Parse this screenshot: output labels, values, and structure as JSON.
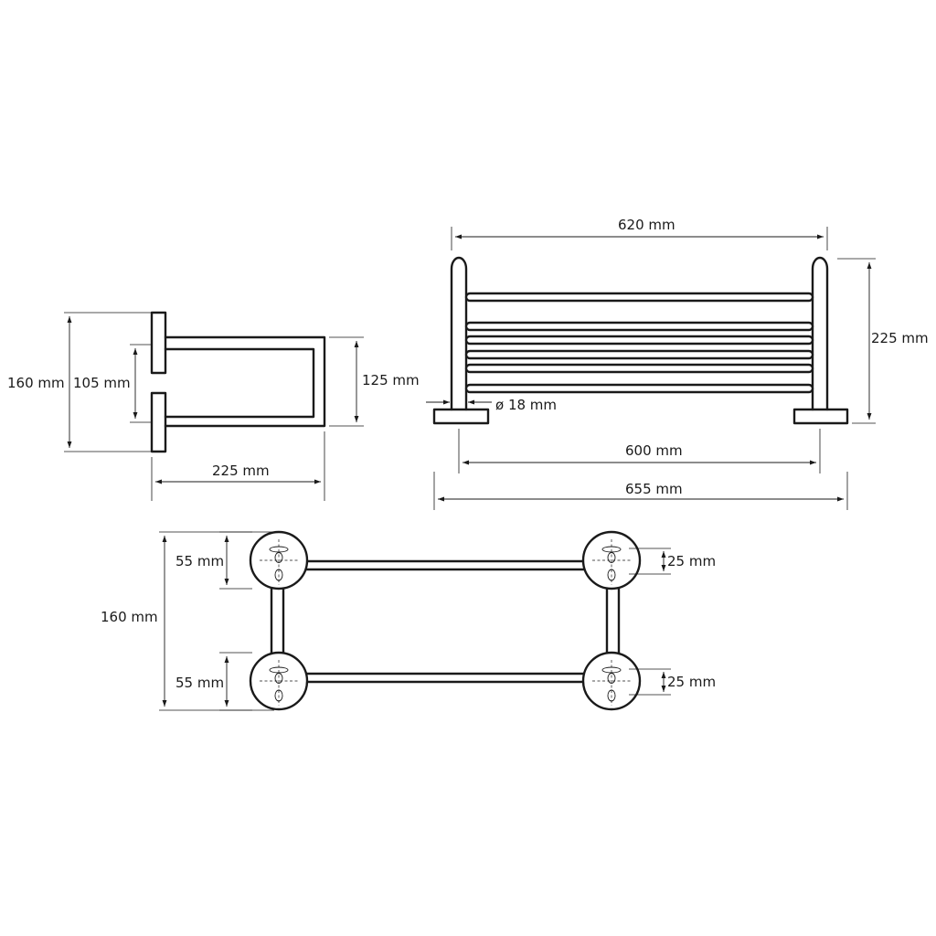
{
  "dimensions": {
    "side_view": {
      "total_height": "160 mm",
      "bracket_spacing": "105 mm",
      "rail_spacing": "125 mm",
      "depth": "225 mm"
    },
    "front_view": {
      "rail_length": "620 mm",
      "height": "225 mm",
      "tube_diameter": "ø 18 mm",
      "post_spacing": "600 mm",
      "overall_width": "655 mm"
    },
    "mount_view": {
      "total_height": "160 mm",
      "rose_top_height": "55 mm",
      "rose_bottom_height": "55 mm",
      "hole_spacing_top": "25 mm",
      "hole_spacing_bottom": "25 mm"
    }
  }
}
